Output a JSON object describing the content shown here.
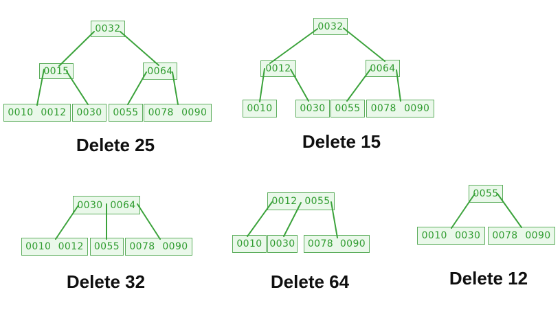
{
  "colors": {
    "background": "#ffffff",
    "node_fill": "#eaf8ea",
    "node_border": "#5cad5c",
    "key_text": "#2e9b2e",
    "edge": "#3aa23a",
    "caption": "#0f0f0f"
  },
  "trees": [
    {
      "label": "Delete 25",
      "nodes": [
        {
          "keys": [
            "0032"
          ]
        },
        {
          "keys": [
            "0015"
          ]
        },
        {
          "keys": [
            "0064"
          ]
        },
        {
          "keys": [
            "0010",
            "0012"
          ]
        },
        {
          "keys": [
            "0030"
          ]
        },
        {
          "keys": [
            "0055"
          ]
        },
        {
          "keys": [
            "0078",
            "0090"
          ]
        }
      ]
    },
    {
      "label": "Delete 15",
      "nodes": [
        {
          "keys": [
            "0032"
          ]
        },
        {
          "keys": [
            "0012"
          ]
        },
        {
          "keys": [
            "0064"
          ]
        },
        {
          "keys": [
            "0010"
          ]
        },
        {
          "keys": [
            "0030"
          ]
        },
        {
          "keys": [
            "0055"
          ]
        },
        {
          "keys": [
            "0078",
            "0090"
          ]
        }
      ]
    },
    {
      "label": "Delete 32",
      "nodes": [
        {
          "keys": [
            "0030",
            "0064"
          ]
        },
        {
          "keys": [
            "0010",
            "0012"
          ]
        },
        {
          "keys": [
            "0055"
          ]
        },
        {
          "keys": [
            "0078",
            "0090"
          ]
        }
      ]
    },
    {
      "label": "Delete 64",
      "nodes": [
        {
          "keys": [
            "0012",
            "0055"
          ]
        },
        {
          "keys": [
            "0010"
          ]
        },
        {
          "keys": [
            "0030"
          ]
        },
        {
          "keys": [
            "0078",
            "0090"
          ]
        }
      ]
    },
    {
      "label": "Delete 12",
      "nodes": [
        {
          "keys": [
            "0055"
          ]
        },
        {
          "keys": [
            "0010",
            "0030"
          ]
        },
        {
          "keys": [
            "0078",
            "0090"
          ]
        }
      ]
    }
  ]
}
